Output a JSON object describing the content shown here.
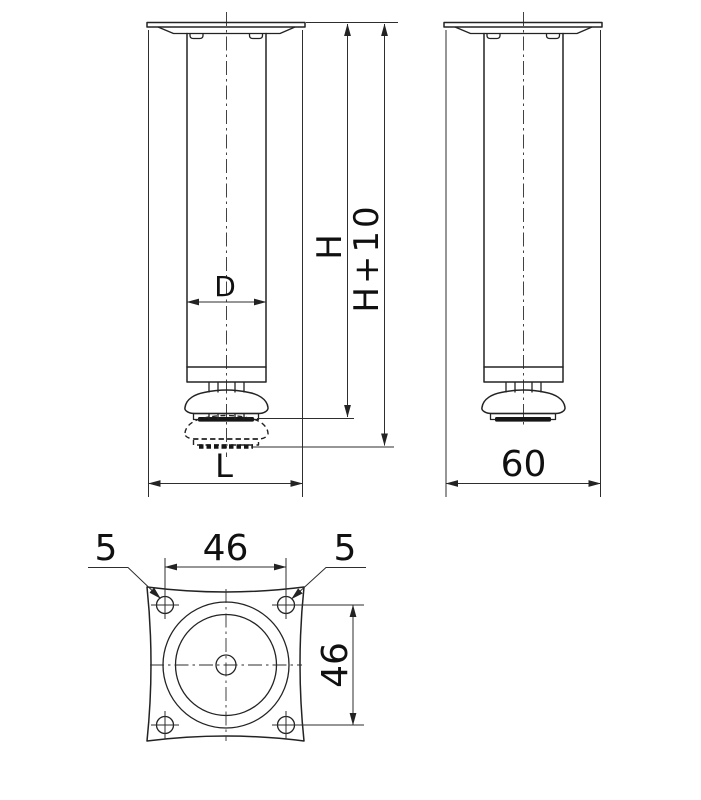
{
  "drawing": {
    "type": "technical-dimension-drawing",
    "subject": "adjustable furniture leg with mounting plate",
    "front_primary": {
      "dim_diameter": "D",
      "dim_height": "H",
      "dim_height_extended": "H+10",
      "dim_base_length": "L"
    },
    "front_secondary": {
      "dim_base_width": "60"
    },
    "plate_top": {
      "dim_hole_left": "5",
      "dim_hole_right": "5",
      "dim_hole_spacing_horizontal": "46",
      "dim_hole_spacing_vertical": "46"
    },
    "colors": {
      "line": "#232323",
      "thin_line": "#2e2e2e",
      "pad_fill": "#161616",
      "background": "#ffffff"
    }
  }
}
